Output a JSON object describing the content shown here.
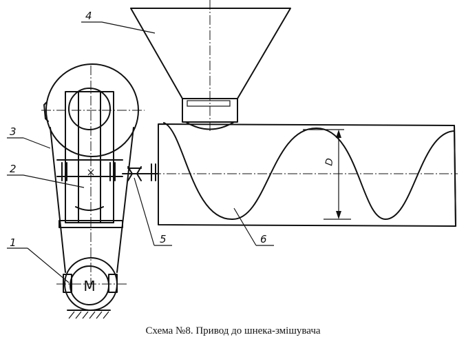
{
  "caption": "Схема №8. Привод до шнека-змішувача",
  "dimension_label": "D",
  "motor_label": "M",
  "callouts": [
    {
      "number": "1",
      "part": "motor"
    },
    {
      "number": "2",
      "part": "bearing-frame"
    },
    {
      "number": "3",
      "part": "belt-drive"
    },
    {
      "number": "4",
      "part": "hopper"
    },
    {
      "number": "5",
      "part": "coupling"
    },
    {
      "number": "6",
      "part": "screw"
    }
  ]
}
